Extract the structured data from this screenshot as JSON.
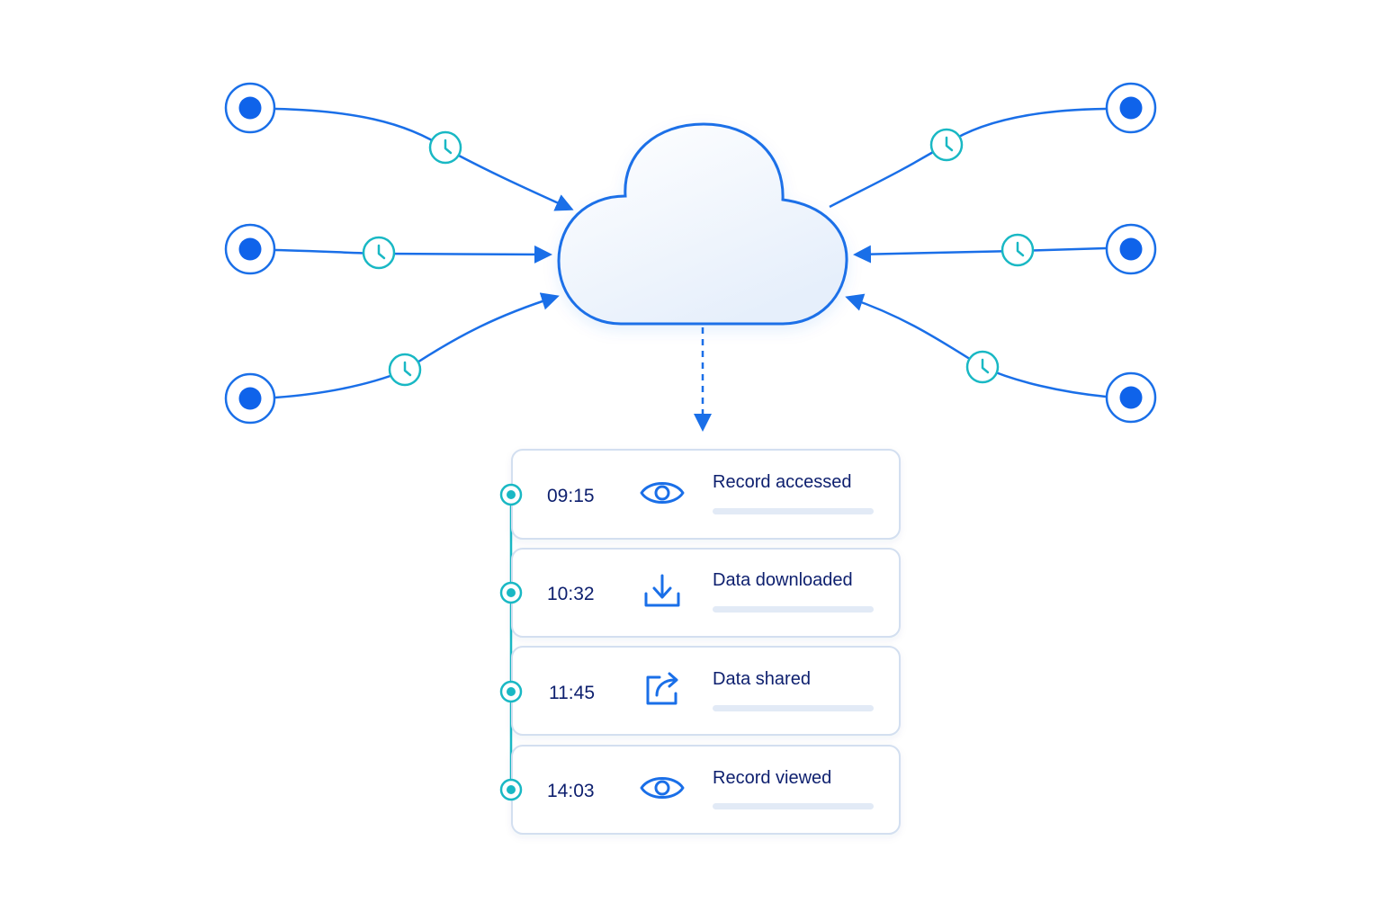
{
  "colors": {
    "primary_blue": "#1a6fe8",
    "teal": "#19b8c4",
    "text_navy": "#0d1f6e",
    "card_border": "#d3dff0",
    "placeholder_bar": "#e2eaf6"
  },
  "sources": {
    "left": [
      {
        "id": "source-left-1",
        "icon": "clock-icon"
      },
      {
        "id": "source-left-2",
        "icon": "clock-icon"
      },
      {
        "id": "source-left-3",
        "icon": "clock-icon"
      }
    ],
    "right": [
      {
        "id": "source-right-1",
        "icon": "clock-icon"
      },
      {
        "id": "source-right-2",
        "icon": "clock-icon"
      },
      {
        "id": "source-right-3",
        "icon": "clock-icon"
      }
    ]
  },
  "hub": {
    "icon": "cloud-icon"
  },
  "log": {
    "entries": [
      {
        "time": "09:15",
        "icon": "eye-icon",
        "label": "Record accessed"
      },
      {
        "time": "10:32",
        "icon": "download-icon",
        "label": "Data downloaded"
      },
      {
        "time": "11:45",
        "icon": "share-icon",
        "label": "Data shared"
      },
      {
        "time": "14:03",
        "icon": "eye-icon",
        "label": "Record viewed"
      }
    ]
  }
}
